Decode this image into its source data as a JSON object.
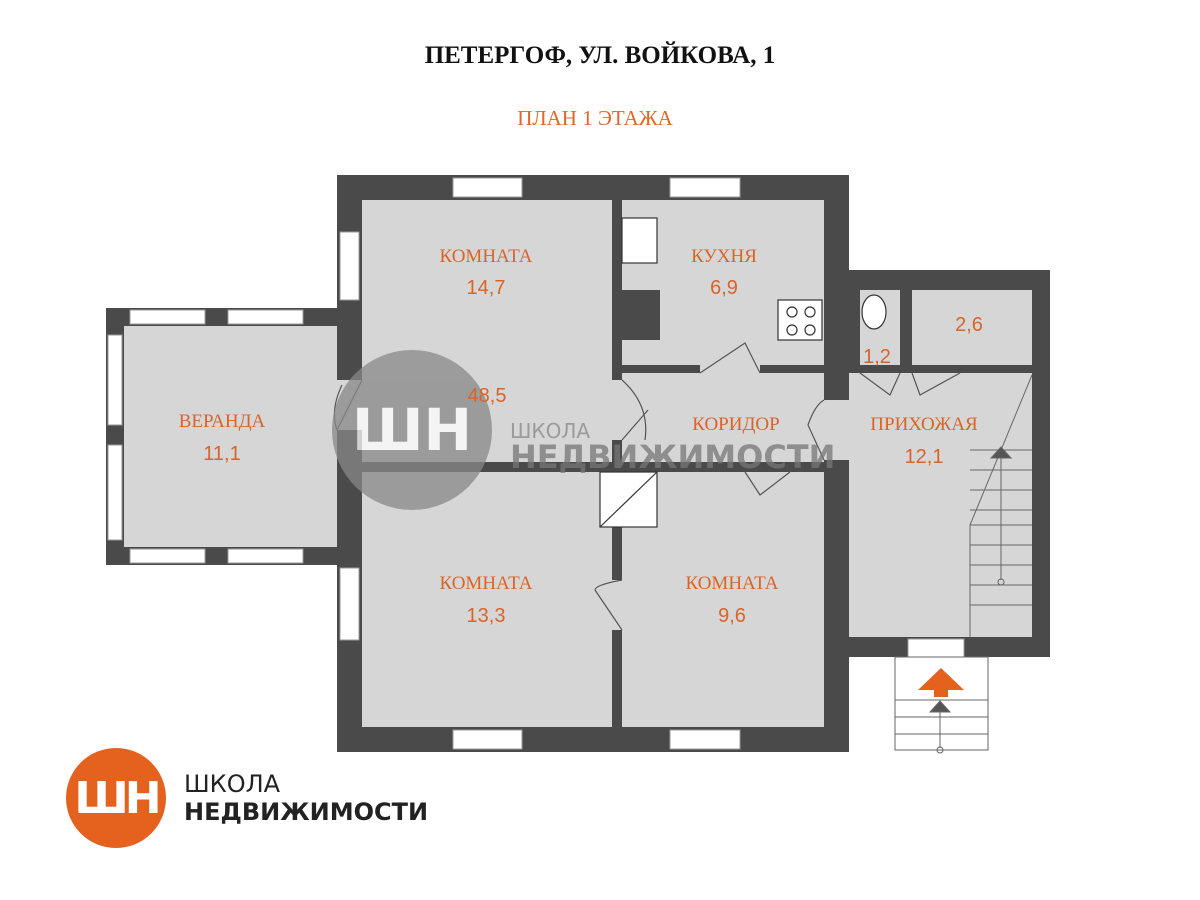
{
  "title": "ПЕТЕРГОФ, УЛ. ВОЙКОВА, 1",
  "subtitle": "ПЛАН 1 ЭТАЖА",
  "total_area": "48,5",
  "rooms": [
    {
      "name": "КОМНАТА",
      "area": "14,7"
    },
    {
      "name": "КУХНЯ",
      "area": "6,9"
    },
    {
      "name": "ВЕРАНДА",
      "area": "11,1"
    },
    {
      "name": "КОРИДОР",
      "area": ""
    },
    {
      "name": "ПРИХОЖАЯ",
      "area": "12,1"
    },
    {
      "name": "КОМНАТА",
      "area": "13,3"
    },
    {
      "name": "КОМНАТА",
      "area": "9,6"
    },
    {
      "name": "",
      "area": "1,2"
    },
    {
      "name": "",
      "area": "2,6"
    }
  ],
  "brand": {
    "mark": "ШН",
    "line1": "ШКОЛА",
    "line2": "НЕДВИЖИМОСТИ",
    "color": "#e4611e"
  },
  "colors": {
    "wall": "#4a4a4a",
    "floor": "#d6d6d6",
    "label": "#d9642a"
  }
}
